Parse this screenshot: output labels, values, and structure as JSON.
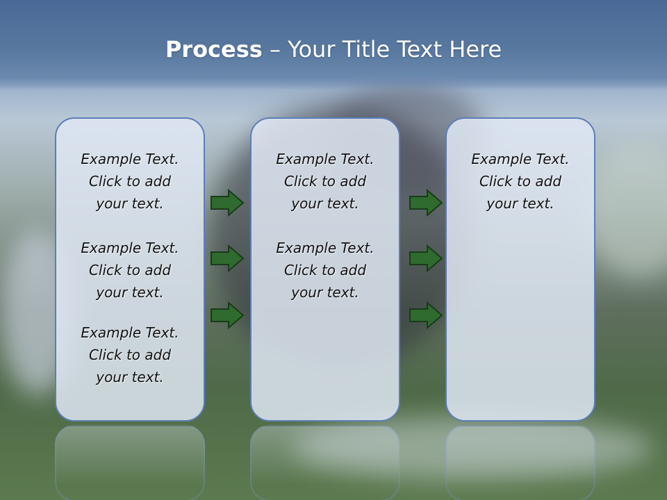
{
  "slide": {
    "title_bold": "Process",
    "title_rest": " – Your Title Text Here"
  },
  "columns": [
    {
      "blocks": [
        {
          "line1": "Example Text.",
          "line2": "Click  to add",
          "line3": "your text."
        },
        {
          "line1": "Example Text.",
          "line2": "Click  to add",
          "line3": "your text."
        },
        {
          "line1": "Example Text.",
          "line2": "Click  to add",
          "line3": "your text."
        }
      ]
    },
    {
      "blocks": [
        {
          "line1": "Example Text.",
          "line2": "Click  to add",
          "line3": "your text."
        },
        {
          "line1": "Example Text.",
          "line2": "Click  to add",
          "line3": "your text."
        }
      ]
    },
    {
      "blocks": [
        {
          "line1": "Example Text.",
          "line2": "Click  to add",
          "line3": "your text."
        }
      ]
    }
  ],
  "colors": {
    "arrow_fill": "#2f6a2f",
    "arrow_stroke": "#1a3a1a",
    "panel_border": "#5b7db8",
    "header_blue": "#58789f"
  },
  "icons": {
    "arrow": "right-arrow-icon"
  }
}
